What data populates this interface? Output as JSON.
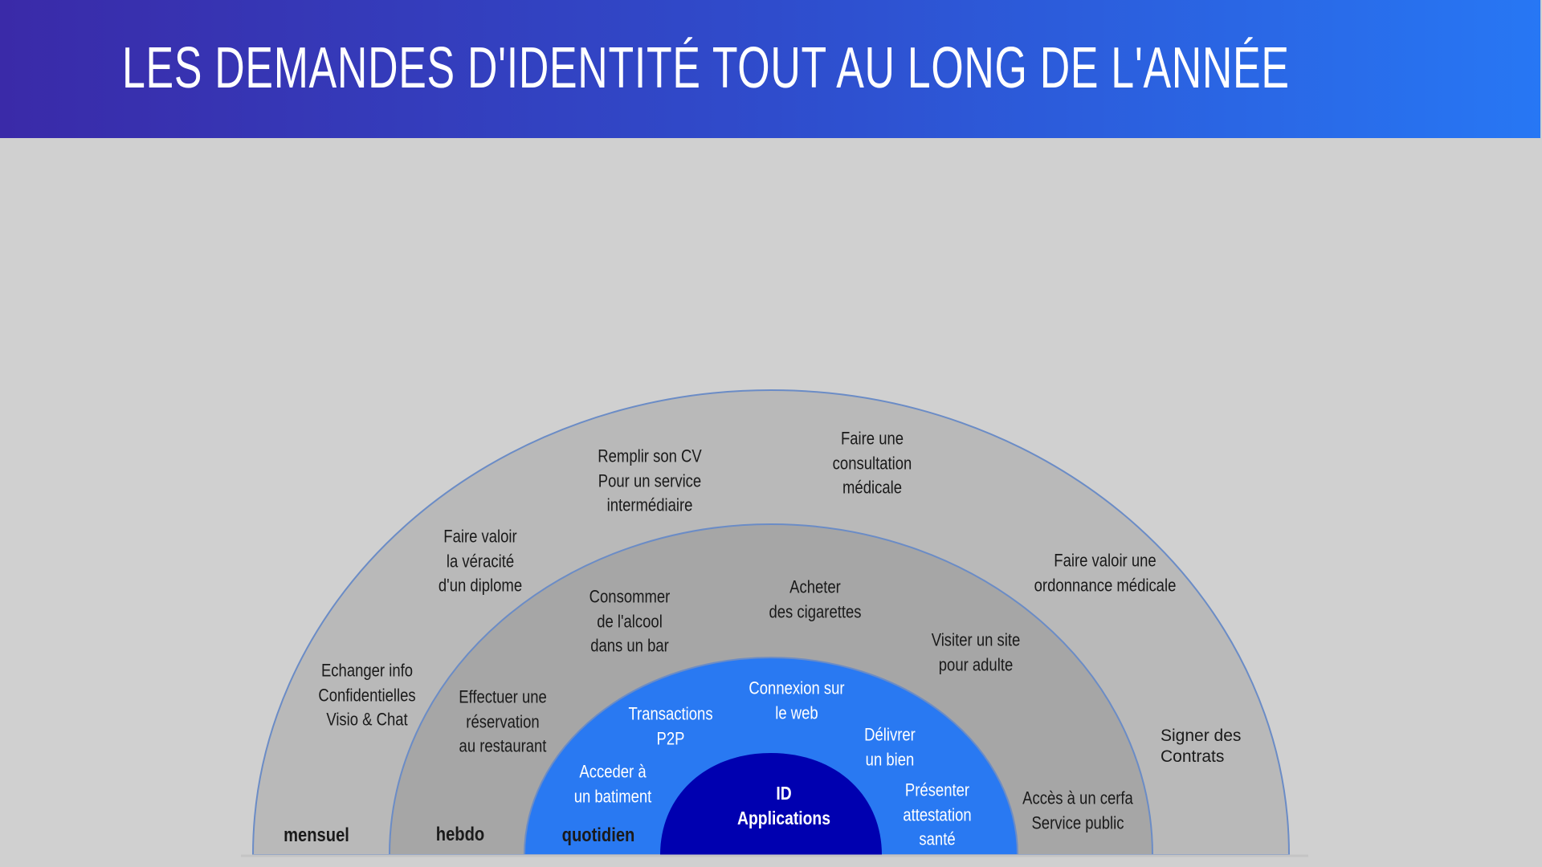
{
  "header": {
    "title": "LES DEMANDES D'IDENTITÉ TOUT AU LONG DE L'ANNÉE"
  },
  "colors": {
    "outer_ring": "#b9b9b9",
    "middle_ring": "#a6a6a6",
    "inner_ring": "#2979f2",
    "core": "#0000b0",
    "outline": "#6b8cc6"
  },
  "diagram": {
    "core": {
      "line1": "ID",
      "line2": "Applications"
    },
    "rings": {
      "mensuel": {
        "label": "mensuel",
        "items": [
          {
            "lines": [
              "Remplir son CV",
              "Pour un service",
              "intermédiaire"
            ]
          },
          {
            "lines": [
              "Faire une",
              "consultation",
              "médicale"
            ]
          },
          {
            "lines": [
              "Faire valoir",
              "la véracité",
              "d'un diplome"
            ]
          },
          {
            "lines": [
              "Faire valoir une",
              "ordonnance médicale"
            ]
          },
          {
            "lines": [
              "Echanger info",
              "Confidentielles",
              "Visio & Chat"
            ]
          },
          {
            "lines": [
              "Signer des",
              "Contrats"
            ]
          }
        ]
      },
      "hebdo": {
        "label": "hebdo",
        "items": [
          {
            "lines": [
              "Consommer",
              "de l'alcool",
              "dans un bar"
            ]
          },
          {
            "lines": [
              "Acheter",
              "des cigarettes"
            ]
          },
          {
            "lines": [
              "Visiter un site",
              "pour adulte"
            ]
          },
          {
            "lines": [
              "Effectuer une",
              "réservation",
              "au restaurant"
            ]
          },
          {
            "lines": [
              "Accès à un cerfa",
              "Service public"
            ]
          }
        ]
      },
      "quotidien": {
        "label": "quotidien",
        "items": [
          {
            "lines": [
              "Connexion sur",
              "le web"
            ]
          },
          {
            "lines": [
              "Transactions",
              "P2P"
            ]
          },
          {
            "lines": [
              "Délivrer",
              "un bien"
            ]
          },
          {
            "lines": [
              "Acceder à",
              "un batiment"
            ]
          },
          {
            "lines": [
              "Présenter",
              "attestation",
              "santé"
            ]
          }
        ]
      }
    }
  }
}
